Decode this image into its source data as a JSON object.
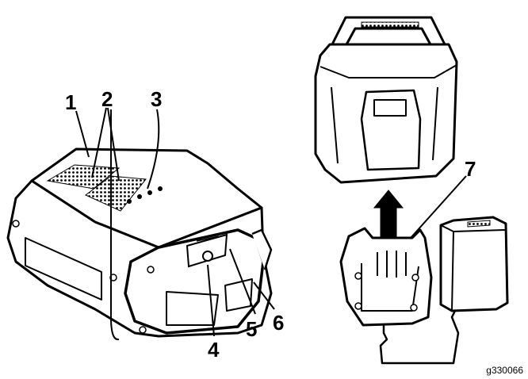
{
  "callouts": {
    "c1": "1",
    "c2": "2",
    "c3": "3",
    "c4": "4",
    "c5": "5",
    "c6": "6",
    "c7": "7"
  },
  "figure_id": "g330066"
}
